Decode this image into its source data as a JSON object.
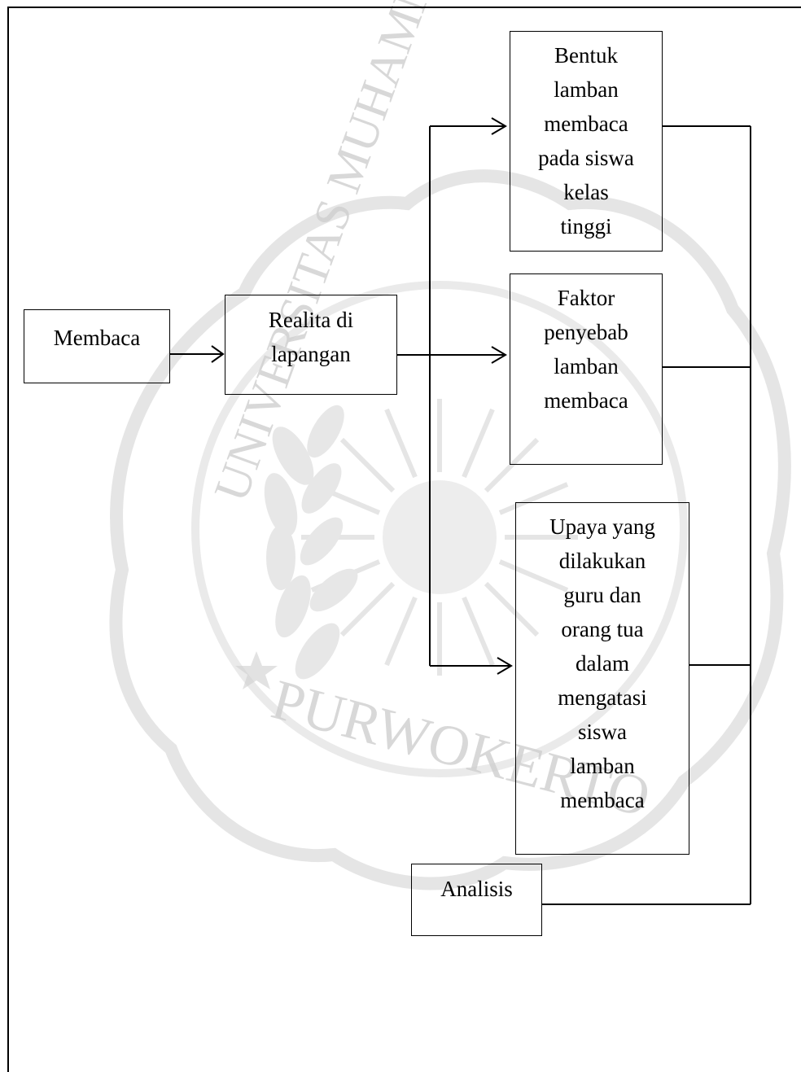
{
  "diagram": {
    "nodes": {
      "membaca": "Membaca",
      "realita": "Realita di\nlapangan",
      "bentuk": "Bentuk\nlamban\nmembaca\npada siswa\nkelas\ntinggi",
      "faktor": "Faktor\npenyebab\nlamban\nmembaca",
      "upaya": "Upaya yang\ndilakukan\nguru dan\norang tua\ndalam\nmengatasi\nsiswa\nlamban\nmembaca",
      "analisis": "Analisis"
    }
  },
  "watermark": {
    "top_text": "UNIVERSITAS MUHAMMADIYAH",
    "bottom_text": "PURWOKERTO",
    "color": "#c8c8c8"
  }
}
